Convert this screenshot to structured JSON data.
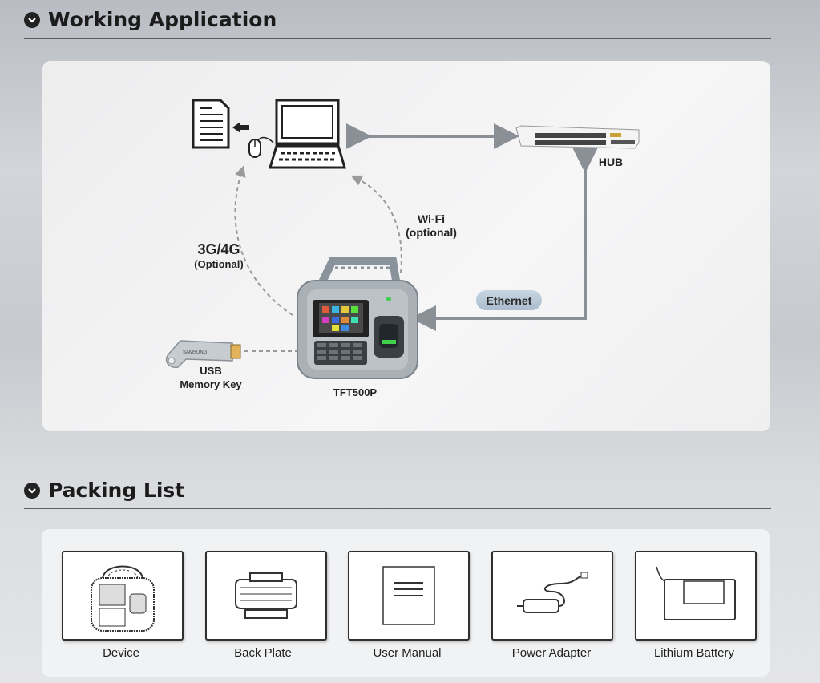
{
  "working_application": {
    "title": "Working Application",
    "labels": {
      "hub": "HUB",
      "wifi_line1": "Wi-Fi",
      "wifi_line2": "(optional)",
      "cellular_line1": "3G/4G",
      "cellular_line2": "(Optional)",
      "ethernet": "Ethernet",
      "usb_line1": "USB",
      "usb_line2": "Memory Key",
      "device": "TFT500P"
    },
    "icons": [
      "document-icon",
      "arrow-left-icon",
      "computer-icon",
      "mouse-icon",
      "network-switch-icon",
      "usb-key-icon",
      "terminal-device-icon"
    ]
  },
  "packing_list": {
    "title": "Packing List",
    "items": [
      {
        "label": "Device",
        "icon": "device-icon"
      },
      {
        "label": "Back Plate",
        "icon": "back-plate-icon"
      },
      {
        "label": "User Manual",
        "icon": "manual-icon"
      },
      {
        "label": "Power Adapter",
        "icon": "power-adapter-icon"
      },
      {
        "label": "Lithium Battery",
        "icon": "battery-icon"
      }
    ]
  },
  "colors": {
    "connector": "#8a9095",
    "dashed": "#9a9a9a",
    "ethernet_pill": "#b8c8d7",
    "device_body": "#a9b0b6"
  }
}
